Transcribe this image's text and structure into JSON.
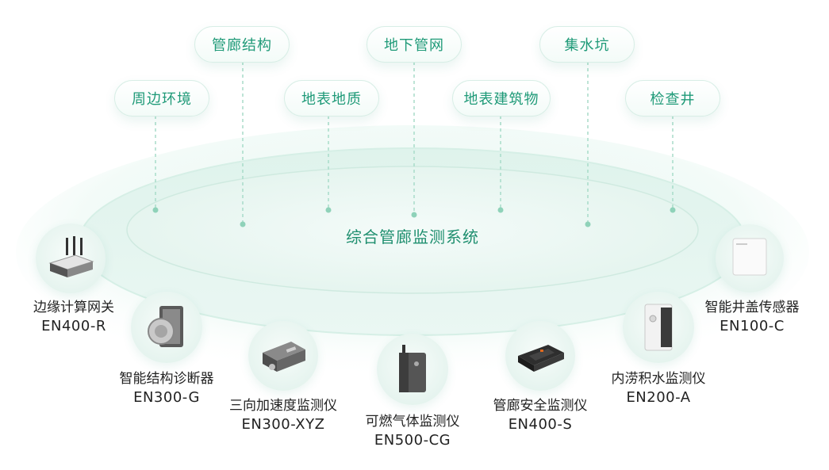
{
  "center_title": "综合管廊监测系统",
  "top_tags": [
    "管廊结构",
    "地下管网",
    "集水坑"
  ],
  "mid_tags": [
    "周边环境",
    "地表地质",
    "地表建筑物",
    "检查井"
  ],
  "devices": [
    {
      "name": "边缘计算网关",
      "model": "EN400-R",
      "icon": "router-icon"
    },
    {
      "name": "智能结构诊断器",
      "model": "EN300-G",
      "icon": "structure-sensor-icon"
    },
    {
      "name": "三向加速度监测仪",
      "model": "EN300-XYZ",
      "icon": "accelerometer-icon"
    },
    {
      "name": "可燃气体监测仪",
      "model": "EN500-CG",
      "icon": "gas-detector-icon"
    },
    {
      "name": "管廊安全监测仪",
      "model": "EN400-S",
      "icon": "safety-monitor-icon"
    },
    {
      "name": "内涝积水监测仪",
      "model": "EN200-A",
      "icon": "water-level-icon"
    },
    {
      "name": "智能井盖传感器",
      "model": "EN100-C",
      "icon": "manhole-sensor-icon"
    }
  ]
}
